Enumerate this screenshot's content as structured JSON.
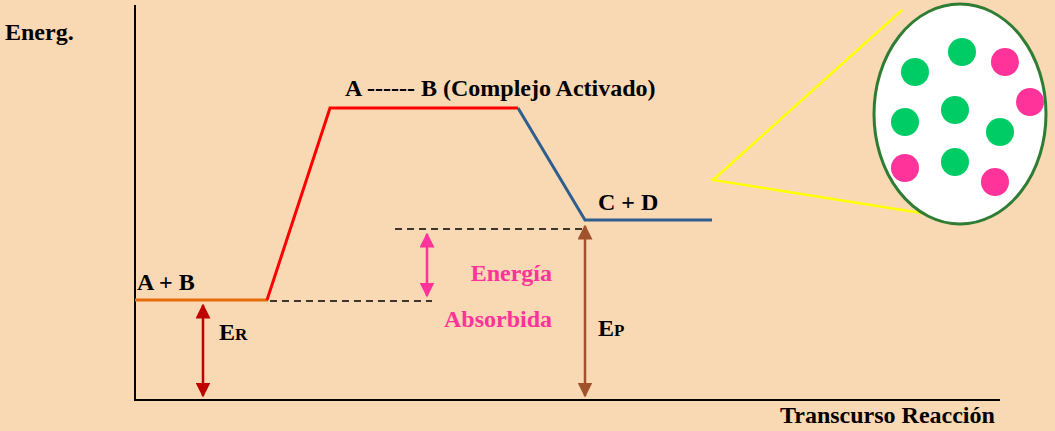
{
  "diagram": {
    "labels": [
      "Energ.",
      "A ------ B (Complejo Activado)",
      "C + D",
      "A + B",
      "ER",
      "Energía Absorbida",
      "EP",
      "Transcurso Reacción"
    ]
  }
}
